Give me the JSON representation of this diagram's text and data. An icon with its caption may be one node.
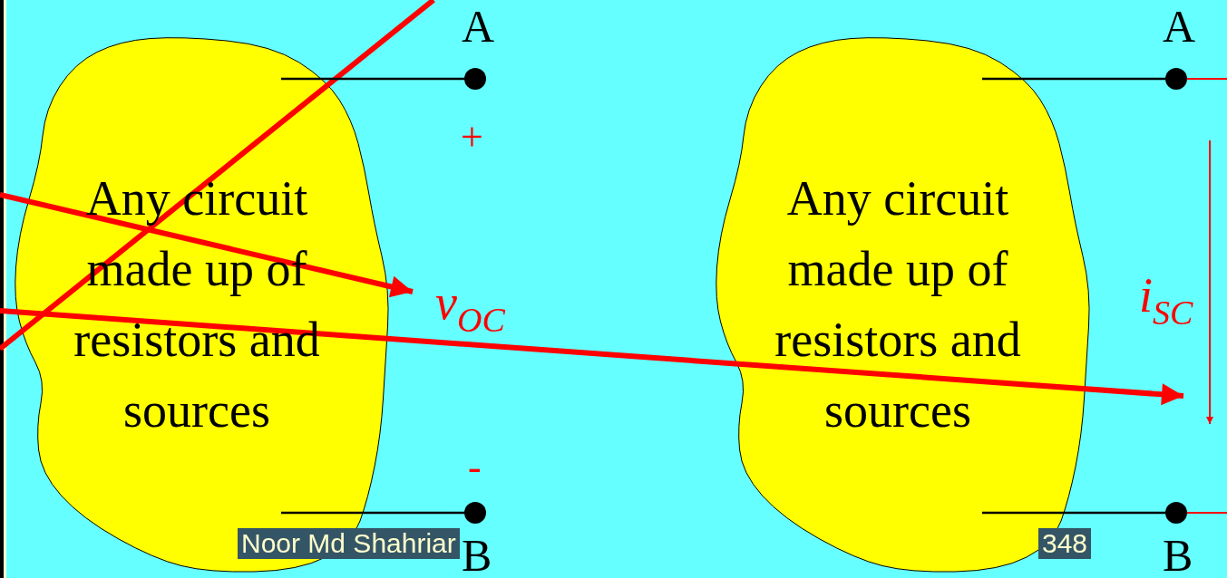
{
  "diagram": {
    "nodes": [
      {
        "text": [
          "Any circuit made up of resistors and sources"
        ]
      },
      {
        "text": [],
        "shape": "circle",
        "beside": [
          "A"
        ]
      },
      {
        "text": [],
        "shape": "circle",
        "beside": [
          "B"
        ]
      },
      {
        "text": [
          "v$_{OC}$"
        ]
      },
      {
        "text": [
          "Any circuit made up of resistors and sources"
        ]
      },
      {
        "text": [],
        "shape": "circle",
        "beside": [
          "A"
        ]
      },
      {
        "text": [],
        "shape": "circle",
        "beside": [
          "B"
        ]
      },
      {
        "text": [
          "i$_{SC}$"
        ]
      }
    ],
    "edges": [
      {
        "from": 0,
        "to": 1,
        "arrow": "none"
      },
      {
        "from": 0,
        "to": 2,
        "arrow": "none"
      },
      {
        "from": 4,
        "to": 5,
        "arrow": "none"
      },
      {
        "from": 4,
        "to": 6,
        "arrow": "none"
      },
      {
        "from": null,
        "to": 3,
        "arrow": "to",
        "style": "thick",
        "color": "#ff0000"
      }
    ],
    "labels": [
      "+",
      "-",
      "Noor Md Shahriar",
      "348"
    ]
  }
}
